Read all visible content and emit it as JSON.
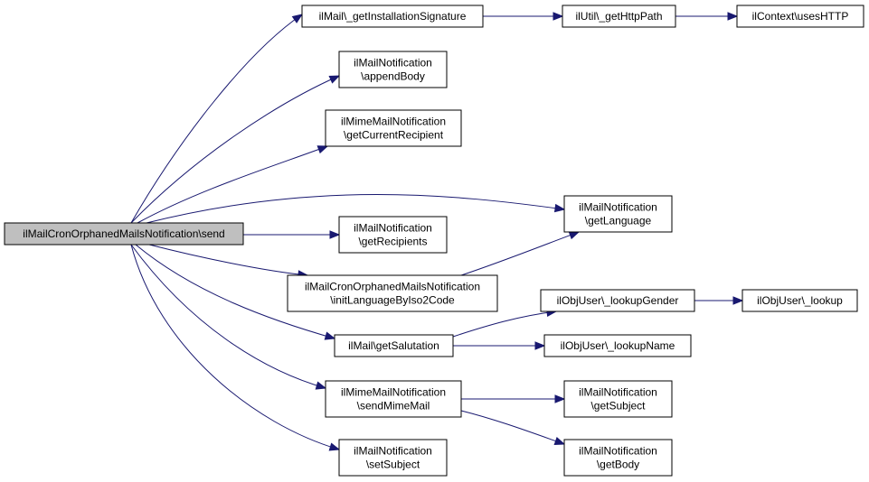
{
  "diagram": {
    "colors": {
      "edge": "#191970",
      "root_fill": "#bfbfbf",
      "node_fill": "#ffffff",
      "border": "#000000"
    },
    "nodes": {
      "root": {
        "lines": [
          "ilMailCronOrphanedMailsNotification\\send"
        ]
      },
      "sig": {
        "lines": [
          "ilMail\\_getInstallationSignature"
        ]
      },
      "httppath": {
        "lines": [
          "ilUtil\\_getHttpPath"
        ]
      },
      "useshttp": {
        "lines": [
          "ilContext\\usesHTTP"
        ]
      },
      "appendbody": {
        "lines": [
          "ilMailNotification",
          "\\appendBody"
        ]
      },
      "getcurrentrecipient": {
        "lines": [
          "ilMimeMailNotification",
          "\\getCurrentRecipient"
        ]
      },
      "getlanguage": {
        "lines": [
          "ilMailNotification",
          "\\getLanguage"
        ]
      },
      "getrecipients": {
        "lines": [
          "ilMailNotification",
          "\\getRecipients"
        ]
      },
      "initlanguage": {
        "lines": [
          "ilMailCronOrphanedMailsNotification",
          "\\initLanguageByIso2Code"
        ]
      },
      "lookupgender": {
        "lines": [
          "ilObjUser\\_lookupGender"
        ]
      },
      "lookup": {
        "lines": [
          "ilObjUser\\_lookup"
        ]
      },
      "getsalutation": {
        "lines": [
          "ilMail\\getSalutation"
        ]
      },
      "lookupname": {
        "lines": [
          "ilObjUser\\_lookupName"
        ]
      },
      "sendmimemail": {
        "lines": [
          "ilMimeMailNotification",
          "\\sendMimeMail"
        ]
      },
      "getsubject": {
        "lines": [
          "ilMailNotification",
          "\\getSubject"
        ]
      },
      "getbody": {
        "lines": [
          "ilMailNotification",
          "\\getBody"
        ]
      },
      "setsubject": {
        "lines": [
          "ilMailNotification",
          "\\setSubject"
        ]
      }
    },
    "edges": [
      [
        "root",
        "sig"
      ],
      [
        "root",
        "appendbody"
      ],
      [
        "root",
        "getcurrentrecipient"
      ],
      [
        "root",
        "getlanguage"
      ],
      [
        "root",
        "getrecipients"
      ],
      [
        "root",
        "initlanguage"
      ],
      [
        "root",
        "getsalutation"
      ],
      [
        "root",
        "sendmimemail"
      ],
      [
        "root",
        "setsubject"
      ],
      [
        "sig",
        "httppath"
      ],
      [
        "httppath",
        "useshttp"
      ],
      [
        "initlanguage",
        "getlanguage"
      ],
      [
        "getsalutation",
        "lookupgender"
      ],
      [
        "getsalutation",
        "lookupname"
      ],
      [
        "lookupgender",
        "lookup"
      ],
      [
        "sendmimemail",
        "getsubject"
      ],
      [
        "sendmimemail",
        "getbody"
      ]
    ]
  }
}
